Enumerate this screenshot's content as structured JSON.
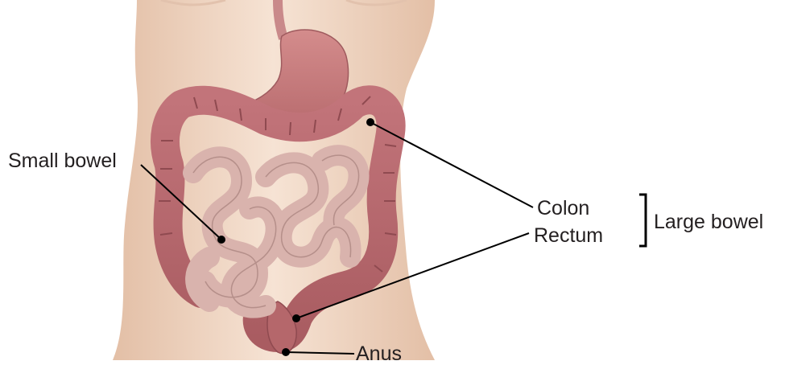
{
  "labels": {
    "small_bowel": "Small bowel",
    "colon": "Colon",
    "rectum": "Rectum",
    "large_bowel": "Large bowel",
    "anus": "Anus"
  },
  "colors": {
    "skin": "#f2d9c6",
    "skin_shadow": "#e3bfa6",
    "stomach": "#c7787b",
    "large_intestine": "#b9686c",
    "small_intestine": "#d9b3ad",
    "leader_line": "#000000",
    "text": "#231f20"
  }
}
